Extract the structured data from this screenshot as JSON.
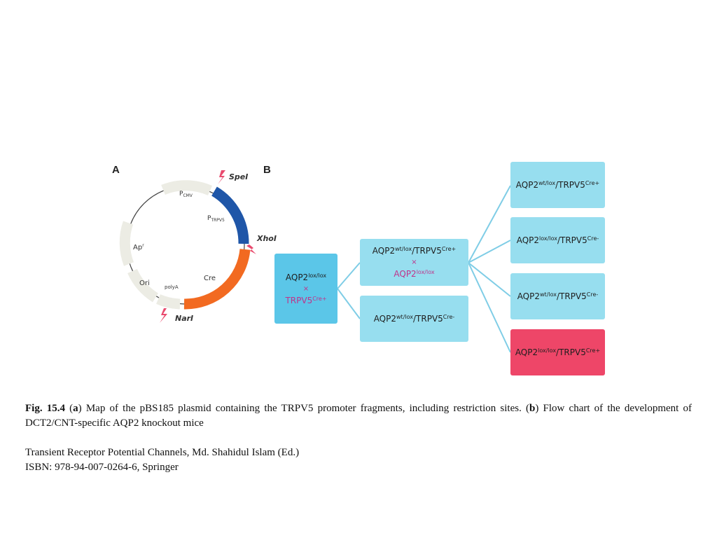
{
  "panel_a": {
    "label": "A",
    "sites": {
      "spe": "SpeI",
      "xho": "XhoI",
      "nar": "NarI"
    },
    "features": {
      "pcmv": "P",
      "pcmv_sub": "CMV",
      "ptrpv5": "P",
      "ptrpv5_sub": "TRPV5",
      "cre": "Cre",
      "ap": "Ap",
      "ap_sup": "r",
      "ori": "Ori",
      "polya": "polyA"
    }
  },
  "panel_b": {
    "label": "B",
    "parent": {
      "top_base": "AQP2",
      "top_sup": "lox/lox",
      "cross": "×",
      "bottom_base": "TRPV5",
      "bottom_sup": "Cre+"
    },
    "f1_cross": {
      "top_base": "AQP2",
      "top_sup1": "wt/lox",
      "top_mid": "/TRPV5",
      "top_sup2": "Cre+",
      "cross": "×",
      "bottom_base": "AQP2",
      "bottom_sup": "lox/lox"
    },
    "f1_other": {
      "base": "AQP2",
      "sup1": "wt/lox",
      "mid": "/TRPV5",
      "sup2": "Cre-"
    },
    "outcomes": [
      {
        "base": "AQP2",
        "sup1": "wt/lox",
        "mid": "/TRPV5",
        "sup2": "Cre+"
      },
      {
        "base": "AQP2",
        "sup1": "lox/lox",
        "mid": "/TRPV5",
        "sup2": "Cre-"
      },
      {
        "base": "AQP2",
        "sup1": "wt/lox",
        "mid": "/TRPV5",
        "sup2": "Cre-"
      },
      {
        "base": "AQP2",
        "sup1": "lox/lox",
        "mid": "/TRPV5",
        "sup2": "Cre+"
      }
    ]
  },
  "caption": {
    "fig_label": "Fig. 15.4",
    "open_paren_a": " (",
    "a": "a",
    "text_a": ") Map of the pBS185 plasmid containing the TRPV5 promoter fragments, including restriction sites. (",
    "b": "b",
    "text_b": ") Flow chart of the development of DCT2/CNT-specific AQP2 knockout mice",
    "book": "Transient Receptor Potential Channels, Md. Shahidul Islam (Ed.)",
    "isbn": "ISBN: 978-94-007-0264-6, Springer"
  },
  "colors": {
    "blue": "#1f56a8",
    "orange": "#f26a21",
    "cream": "#ecece4",
    "pink": "#e94a6e",
    "box_blue": "#5bc6e8",
    "box_light": "#97deef",
    "box_red": "#ee4668",
    "magenta": "#c0338a"
  }
}
